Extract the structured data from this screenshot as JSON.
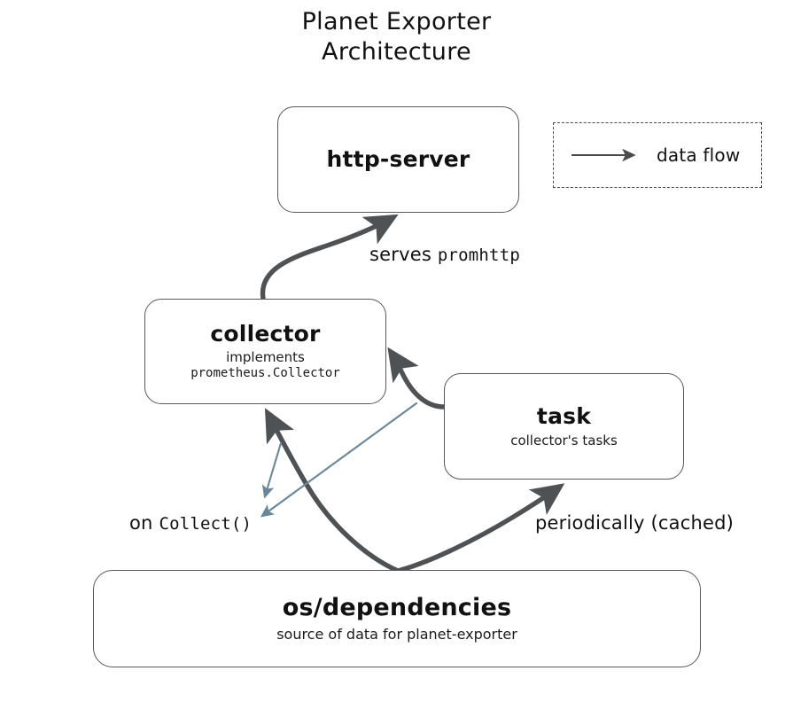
{
  "title": {
    "line1": "Planet Exporter",
    "line2": "Architecture"
  },
  "legend": {
    "arrow_icon": "arrow-right-icon",
    "label": "data flow"
  },
  "nodes": [
    {
      "id": "http-server",
      "title": "http-server",
      "subtitle": "",
      "mono": ""
    },
    {
      "id": "collector",
      "title": "collector",
      "subtitle": "implements",
      "mono": "prometheus.Collector"
    },
    {
      "id": "task",
      "title": "task",
      "subtitle": "collector's tasks",
      "mono": ""
    },
    {
      "id": "os-dependencies",
      "title": "os/dependencies",
      "subtitle": "source of data for planet-exporter",
      "mono": ""
    }
  ],
  "edge_labels": {
    "serves_prefix": "serves ",
    "serves_mono": "promhttp",
    "on_prefix": "on ",
    "on_mono": "Collect()",
    "periodically": "periodically (cached)"
  },
  "colors": {
    "node_stroke": "#55595c",
    "thick_edge": "#4f5255",
    "thin_edge": "#68879b",
    "legend_stroke": "#4a4a4a",
    "text": "#111111",
    "background": "#ffffff"
  }
}
